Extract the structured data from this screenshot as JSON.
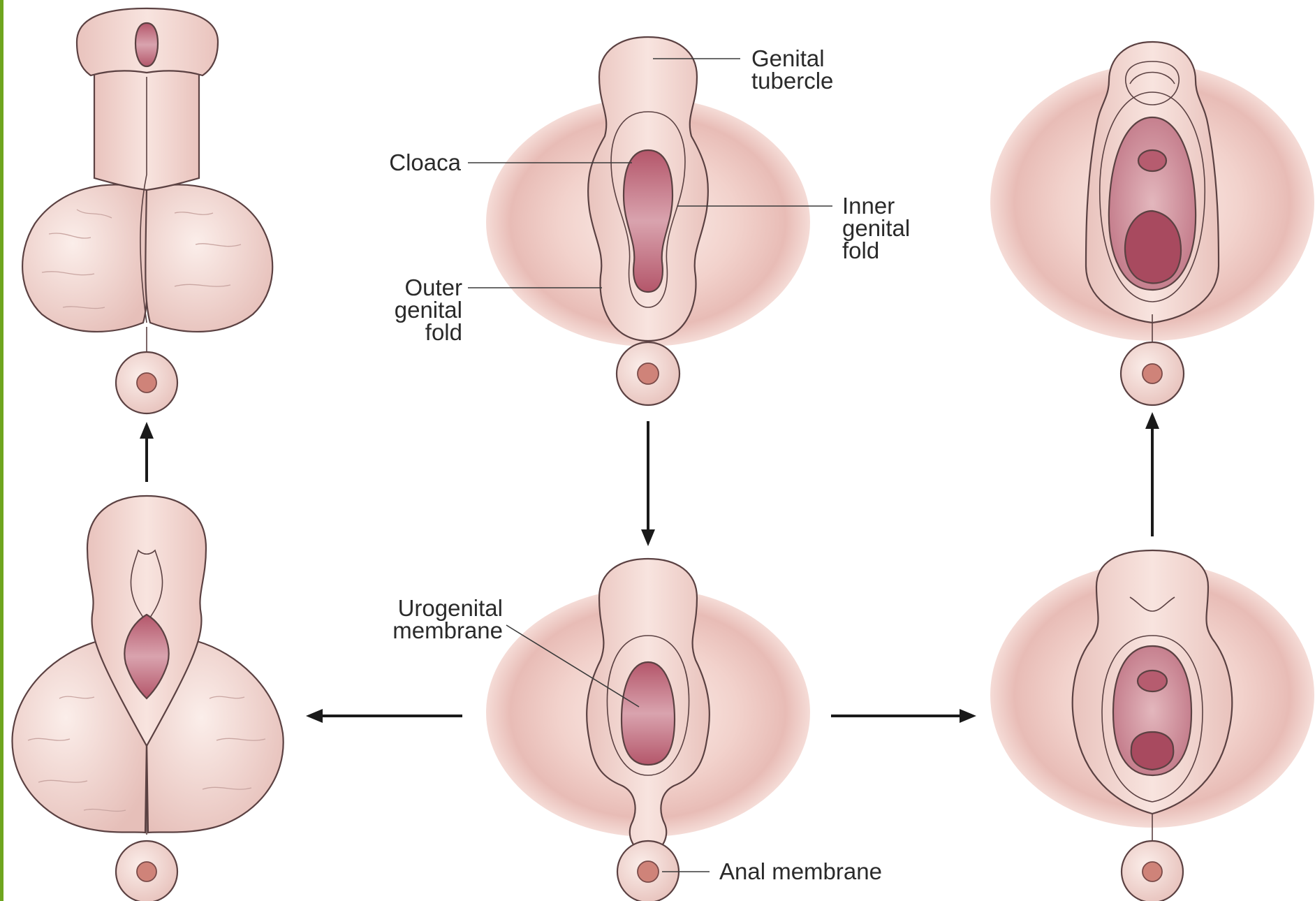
{
  "colors": {
    "accent_bar": "#6ea51e",
    "skin": "#f4dcd6",
    "skin_shadow": "#e2b7b1",
    "mucosa": "#b65c6f",
    "outline": "#5b4142"
  },
  "labels": {
    "genital_tubercle_line1": "Genital",
    "genital_tubercle_line2": "tubercle",
    "cloaca": "Cloaca",
    "inner_fold_line1": "Inner",
    "inner_fold_line2": "genital",
    "inner_fold_line3": "fold",
    "outer_fold_line1": "Outer",
    "outer_fold_line2": "genital",
    "outer_fold_line3": "fold",
    "urogenital_line1": "Urogenital",
    "urogenital_line2": "membrane",
    "anal_membrane": "Anal membrane"
  }
}
